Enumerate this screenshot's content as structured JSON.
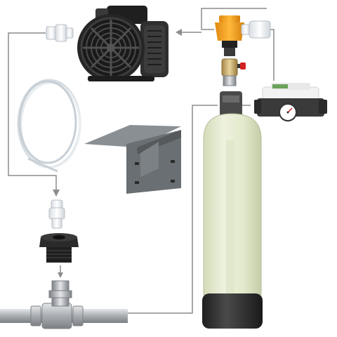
{
  "diagram": {
    "components": [
      {
        "id": "air-compressor",
        "icon": "air-compressor-pump"
      },
      {
        "id": "compression-fitting-top",
        "icon": "white-fitting"
      },
      {
        "id": "air-tubing-coil",
        "icon": "tubing-coil"
      },
      {
        "id": "mounting-bracket",
        "icon": "wall-bracket"
      },
      {
        "id": "compression-fitting-lower",
        "icon": "white-fitting"
      },
      {
        "id": "reducer-bushing",
        "icon": "bushing"
      },
      {
        "id": "water-line-tee",
        "icon": "pipe-tee"
      },
      {
        "id": "vent-valve",
        "icon": "orange-valve"
      },
      {
        "id": "ball-valve",
        "icon": "brass-valve"
      },
      {
        "id": "pressure-switch",
        "icon": "pressure-switch-gauge"
      },
      {
        "id": "filter-tank",
        "icon": "mineral-tank"
      }
    ],
    "connection_lines": [
      {
        "id": "line-fitting-to-coil",
        "color": "#8c8c8c"
      },
      {
        "id": "line-coil-to-lower-fitting",
        "color": "#8c8c8c"
      },
      {
        "id": "line-valve-to-compressor",
        "color": "#8c8c8c"
      },
      {
        "id": "line-valve-to-switch",
        "color": "#8c8c8c"
      },
      {
        "id": "line-pipe-to-tank",
        "color": "#8c8c8c"
      }
    ],
    "colors": {
      "tank_body": "#e6ecd2",
      "tank_base": "#3a3a3a",
      "bracket": "#6a6f73",
      "compressor": "#2b2b2b",
      "valve_cap": "#f2a01e",
      "pipe": "#b5b8bb",
      "line": "#8c8c8c"
    }
  }
}
